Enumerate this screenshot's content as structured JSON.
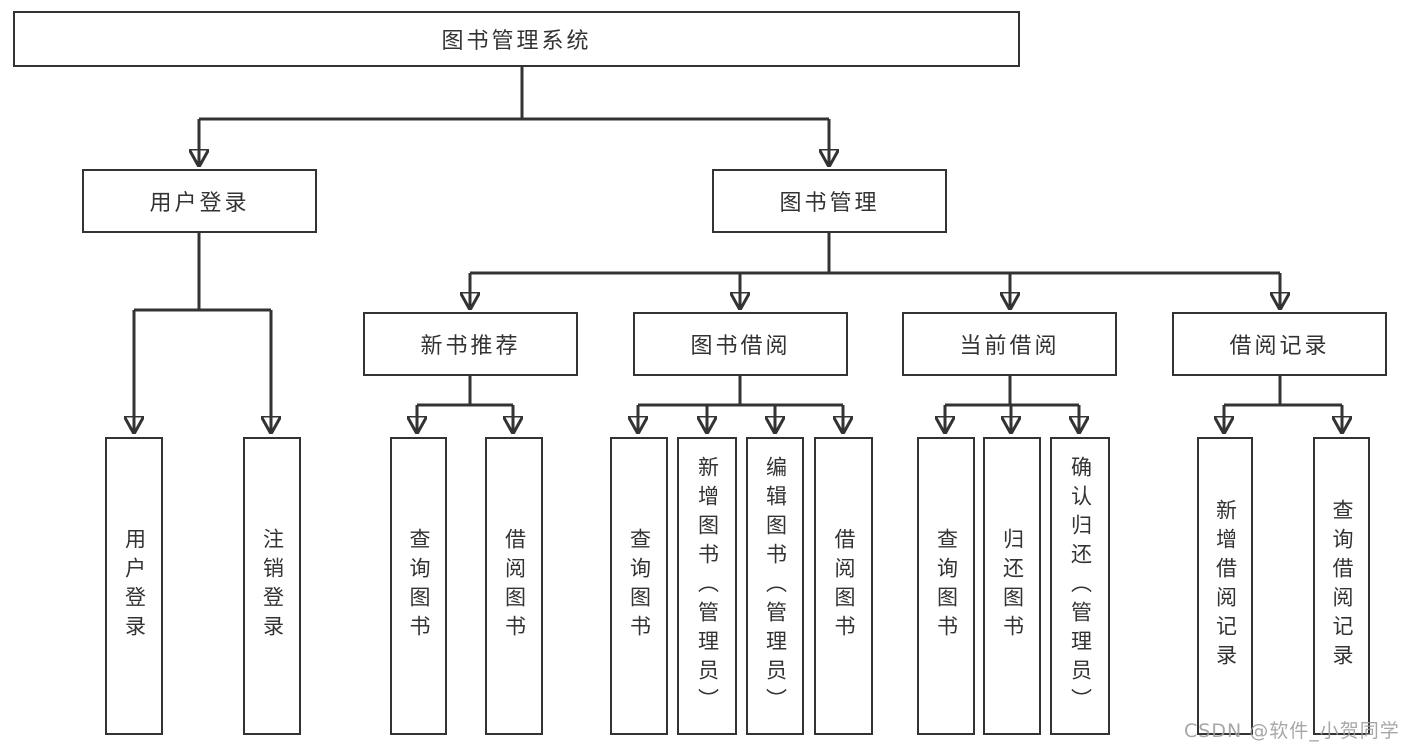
{
  "diagram": {
    "root": {
      "label": "图书管理系统"
    },
    "branches": [
      {
        "label": "用户登录",
        "children": [
          {
            "label": "用户登录"
          },
          {
            "label": "注销登录"
          }
        ]
      },
      {
        "label": "图书管理",
        "children": [
          {
            "label": "新书推荐",
            "children": [
              {
                "label": "查询图书"
              },
              {
                "label": "借阅图书"
              }
            ]
          },
          {
            "label": "图书借阅",
            "children": [
              {
                "label": "查询图书"
              },
              {
                "label": "新增图书（管理员）"
              },
              {
                "label": "编辑图书（管理员）"
              },
              {
                "label": "借阅图书"
              }
            ]
          },
          {
            "label": "当前借阅",
            "children": [
              {
                "label": "查询图书"
              },
              {
                "label": "归还图书"
              },
              {
                "label": "确认归还（管理员）"
              }
            ]
          },
          {
            "label": "借阅记录",
            "children": [
              {
                "label": "新增借阅记录"
              },
              {
                "label": "查询借阅记录"
              }
            ]
          }
        ]
      }
    ]
  },
  "watermark": {
    "text": "CSDN @软件_小贺同学"
  },
  "colors": {
    "line": "#333333",
    "box_fill": "#ffffff",
    "text": "#333333",
    "watermark": "#9e9e9e",
    "background": "#ffffff"
  }
}
